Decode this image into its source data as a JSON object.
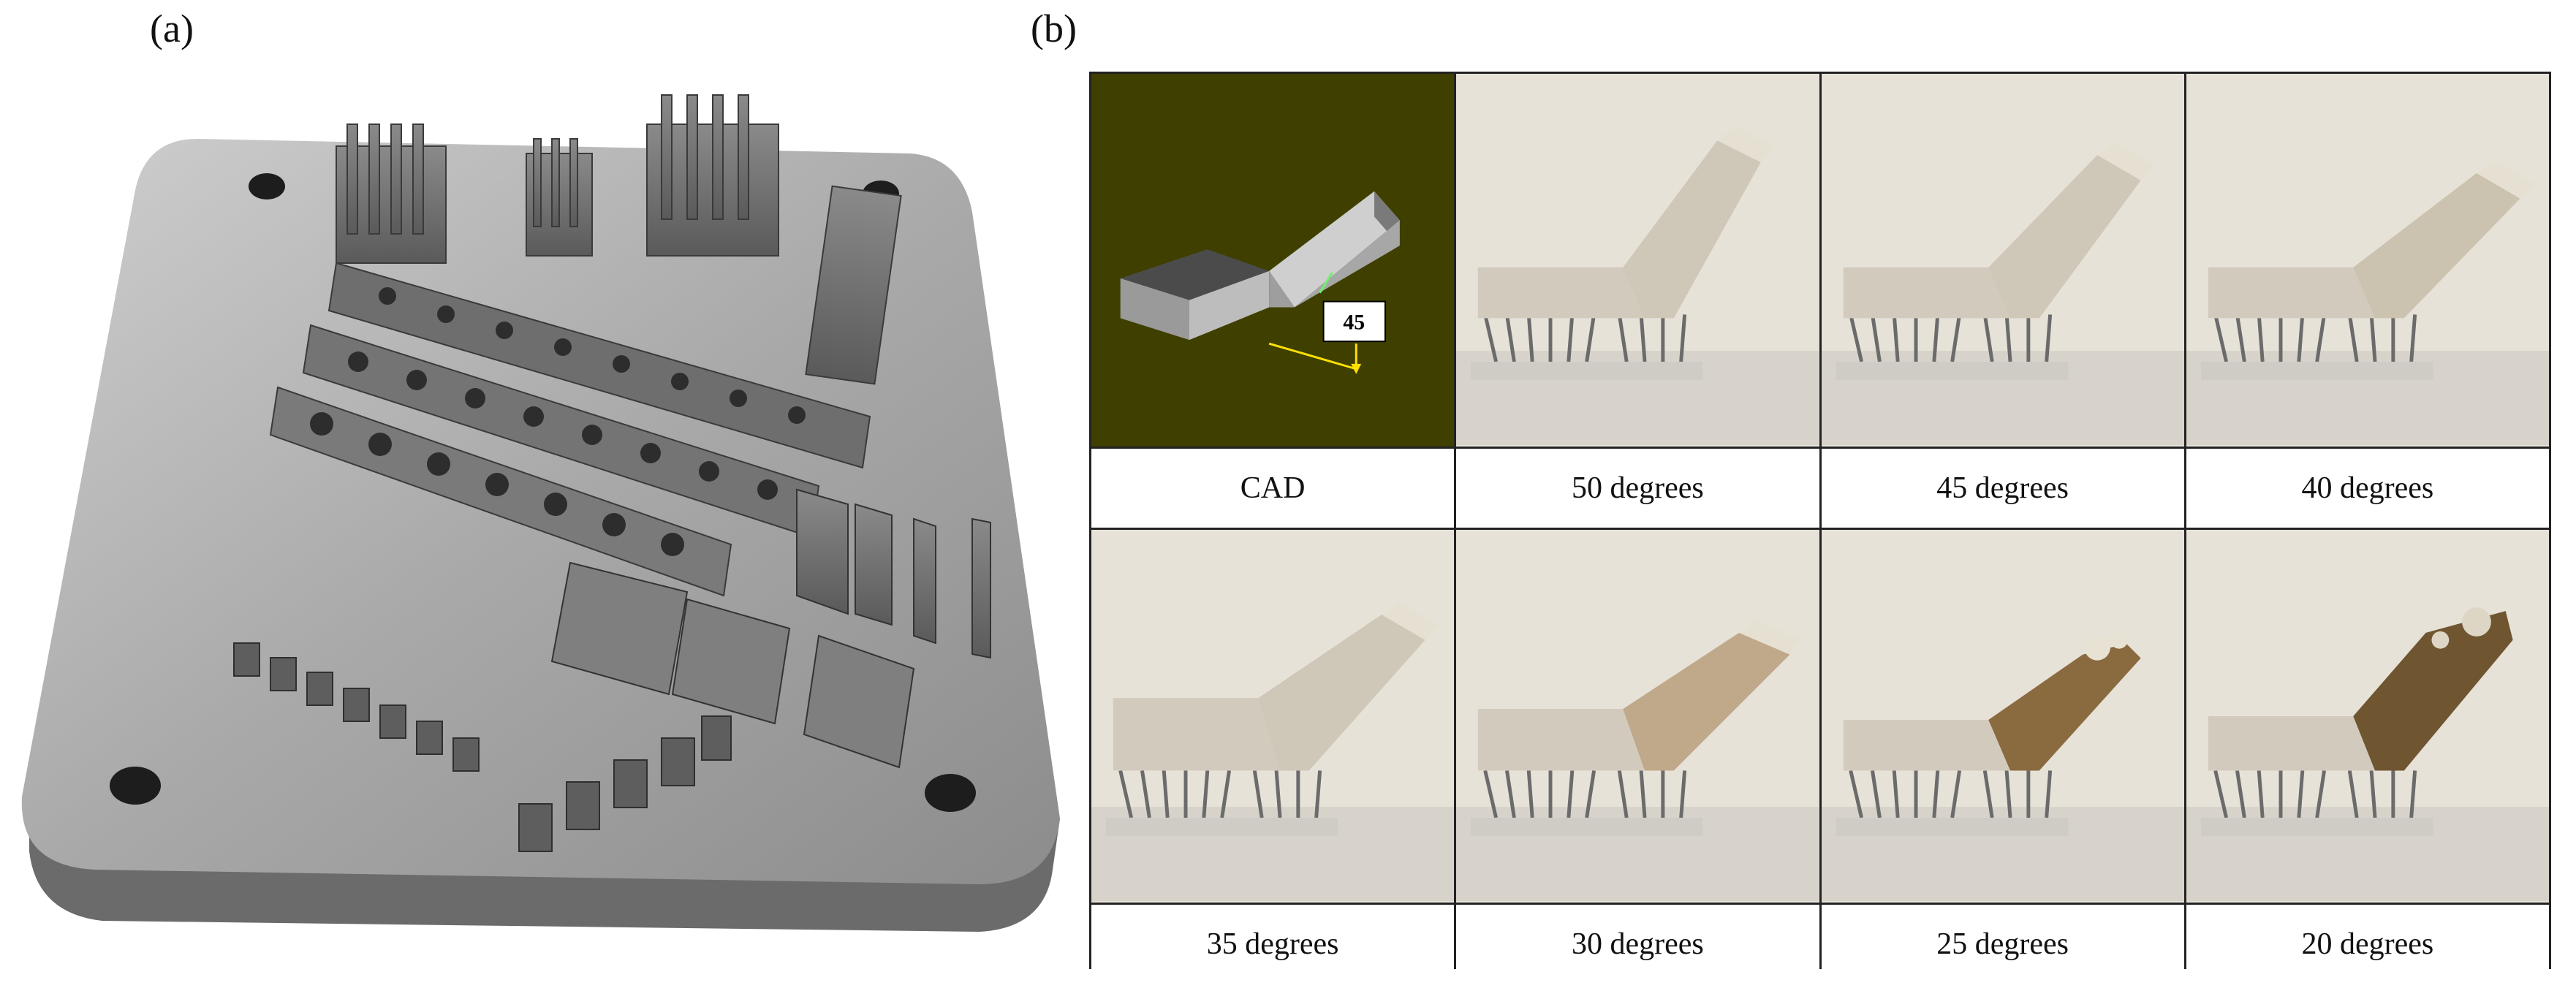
{
  "figure": {
    "panel_a_label": "(a)",
    "panel_b_label": "(b)"
  },
  "cad": {
    "angle_label": "45",
    "background_color": "#3f3f00"
  },
  "grid": {
    "row1": [
      {
        "caption": "CAD"
      },
      {
        "caption": "50 degrees"
      },
      {
        "caption": "45 degrees"
      },
      {
        "caption": "40 degrees"
      }
    ],
    "row2": [
      {
        "caption": "35 degrees"
      },
      {
        "caption": "30 degrees"
      },
      {
        "caption": "25 degrees"
      },
      {
        "caption": "20 degrees"
      }
    ]
  }
}
